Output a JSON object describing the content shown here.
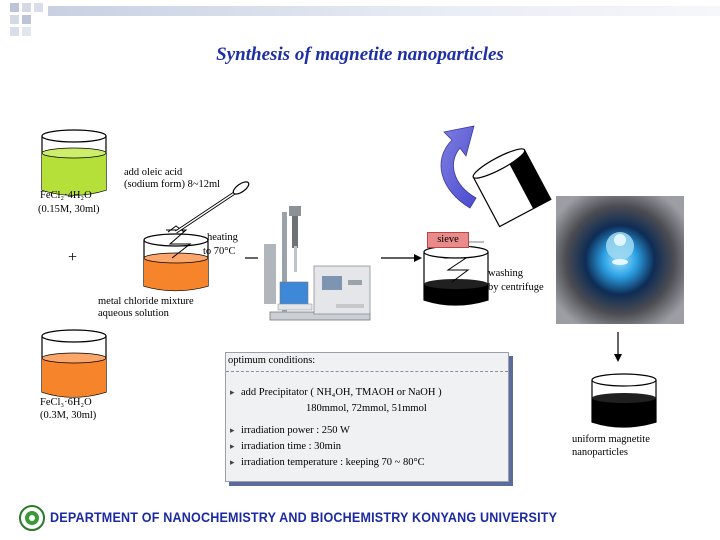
{
  "slide": {
    "title": "Synthesis of magnetite nanoparticles",
    "colors": {
      "title": "#1f2fa6",
      "green_solution": "#b5e03a",
      "orange_solution": "#f5842a",
      "black_product": "#000000",
      "shadow": "#5b6c9c"
    }
  },
  "labels": {
    "fecl3_formula": "FeCl₃·6H₂O",
    "fecl2_formula": "FeCl₂·4H₂O",
    "fecl2_conc": "(0.15M, 30ml)",
    "fecl3_conc": "(0.3M, 30ml)",
    "plus": "+",
    "oleic_line1": "add oleic acid",
    "oleic_line2": "(sodium form) 8~12ml",
    "heating_line1": "heating",
    "heating_line2": "to 70°C",
    "mixture_line1": "metal chloride mixture",
    "mixture_line2": "aqueous solution",
    "sieve": "sieve",
    "washing_line1": "washing",
    "washing_line2": "by centrifuge",
    "uniform_line1": "uniform magnetite",
    "uniform_line2": "nanoparticles"
  },
  "conditions": {
    "header": "optimum conditions:",
    "precipitator": "add Precipitator ( NH₄OH, TMAOH or NaOH )",
    "precipitator_amounts": "180mmol, 72mmol,  51mmol",
    "power": "irradiation power : 250 W",
    "time": "irradiation time : 30min",
    "temperature": "irradiation temperature : keeping 70 ~ 80°C"
  },
  "footer": {
    "text": "DEPARTMENT OF NANOCHEMISTRY AND BIOCHEMISTRY KONYANG UNIVERSITY"
  }
}
